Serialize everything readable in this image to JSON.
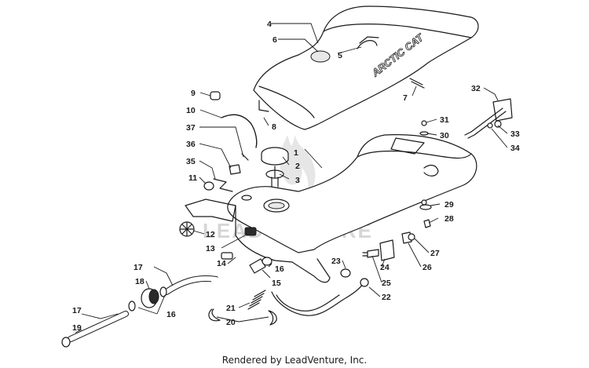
{
  "watermark": "LEADVENTURE",
  "seat_brand": "ARCTIC CAT",
  "footer": "Rendered by LeadVenture, Inc.",
  "callouts": [
    "1",
    "2",
    "3",
    "4",
    "5",
    "6",
    "7",
    "8",
    "9",
    "10",
    "11",
    "12",
    "13",
    "14",
    "15",
    "16",
    "16",
    "17",
    "17",
    "18",
    "19",
    "20",
    "21",
    "22",
    "23",
    "24",
    "25",
    "26",
    "27",
    "28",
    "29",
    "30",
    "31",
    "32",
    "33",
    "34",
    "35",
    "36",
    "37"
  ]
}
